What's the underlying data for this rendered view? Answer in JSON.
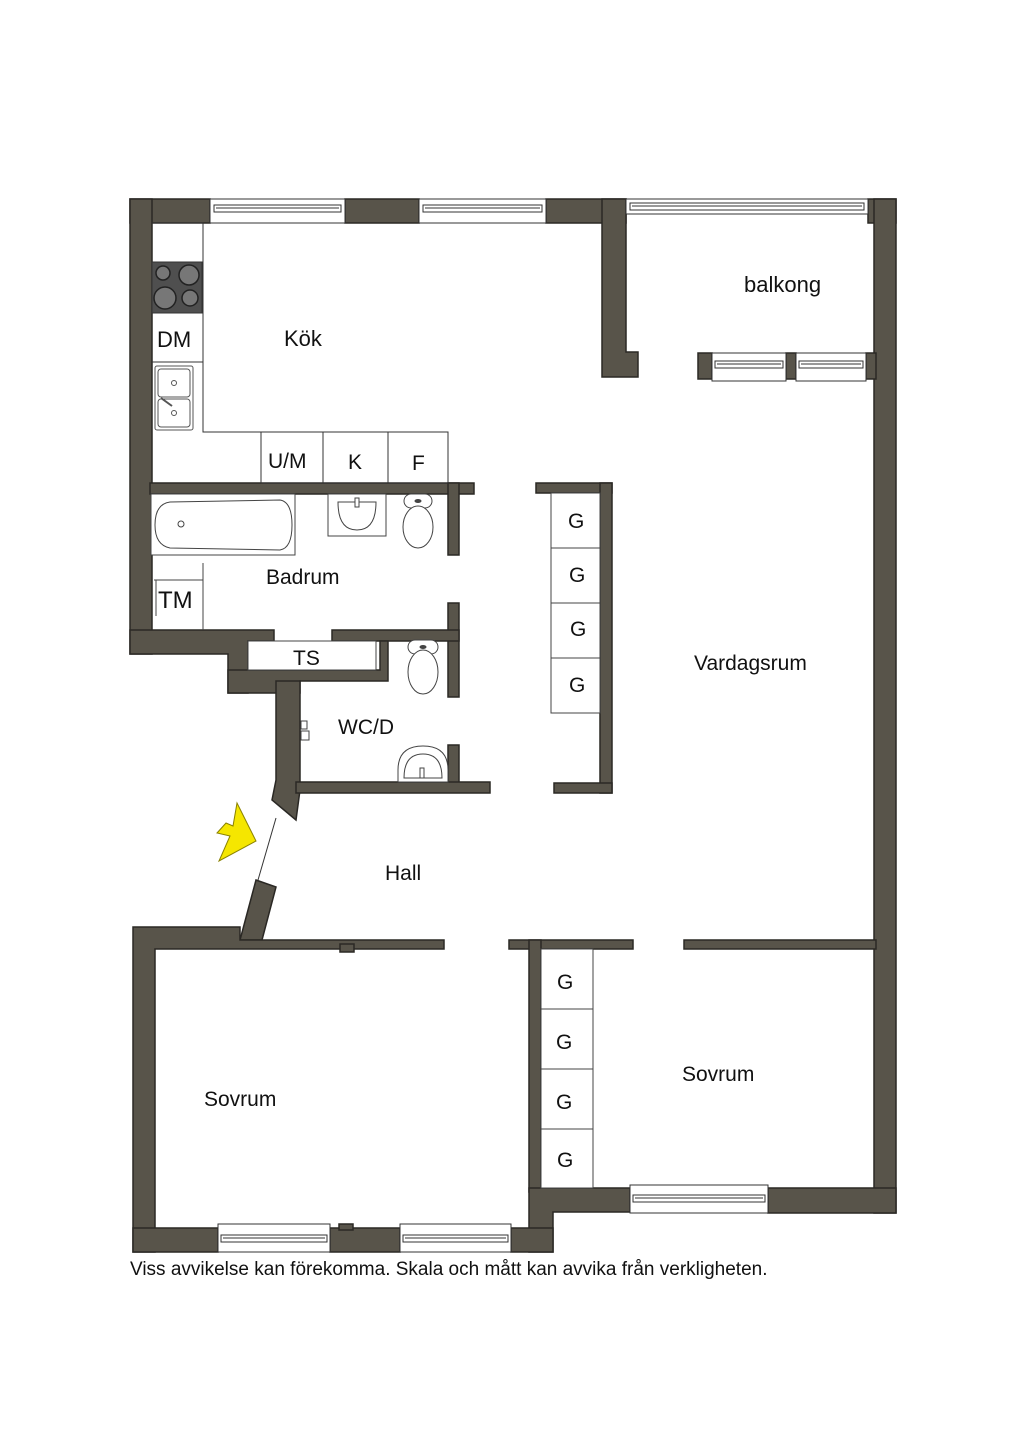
{
  "colors": {
    "wall": "#58544a",
    "wall_outline": "#2a2824",
    "background": "#ffffff",
    "entrance_arrow": "#f5e600",
    "stove": "#4f4f4f",
    "fixture_line": "#555555"
  },
  "rooms": {
    "kok": "Kök",
    "balkong": "balkong",
    "badrum": "Badrum",
    "wc_d": "WC/D",
    "vardagsrum": "Vardagsrum",
    "hall": "Hall",
    "sovrum_left": "Sovrum",
    "sovrum_right": "Sovrum"
  },
  "fixtures": {
    "dishwasher": "DM",
    "oven_microwave": "U/M",
    "fridge": "K",
    "freezer": "F",
    "washing_machine": "TM",
    "drying_cabinet": "TS"
  },
  "wardrobes": {
    "living_room": [
      "G",
      "G",
      "G",
      "G"
    ],
    "bedroom": [
      "G",
      "G",
      "G",
      "G"
    ]
  },
  "icons": {
    "entrance": "entrance-arrow-icon",
    "stove": "stove-icon",
    "sink": "kitchen-sink-icon",
    "bathtub": "bathtub-icon",
    "washbasin": "washbasin-icon",
    "toilet": "toilet-icon",
    "window": "window-icon"
  },
  "footer": {
    "disclaimer": "Viss avvikelse kan förekomma. Skala och mått kan avvika från verkligheten."
  }
}
